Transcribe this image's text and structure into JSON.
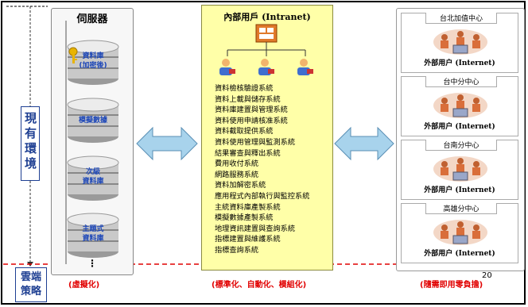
{
  "row_labels": {
    "current": "現有環境",
    "cloud": "雲端策略"
  },
  "servers": {
    "title": "伺服器",
    "disks": [
      {
        "label": "資料庫\n(加密後)",
        "has_key": true
      },
      {
        "label": "模擬數據",
        "has_key": false
      },
      {
        "label": "次級\n資料庫",
        "has_key": false
      },
      {
        "label": "主題式\n資料庫",
        "has_key": false
      }
    ],
    "more": "⋮",
    "strategy": "(虛擬化)"
  },
  "intranet": {
    "title": "內部用戶 (Intranet)",
    "systems": [
      "資料檢核驗證系統",
      "資料上載與儲存系統",
      "資料庫建置與管理系統",
      "資料使用申請核准系統",
      "資料截取提供系統",
      "資料使用管理與監測系統",
      "結果審查與釋出系統",
      "費用收付系統",
      "網路服務系統",
      "資料加解密系統",
      "應用程式內部執行與監控系統",
      "主統資料庫產製系統",
      "模擬數據產製系統",
      "地理資訊建置與查詢系統",
      "指標建置與維護系統",
      "指標查詢系統"
    ],
    "strategy": "(標準化、自動化、模組化)"
  },
  "centers": [
    {
      "name": "台北加值中心",
      "user": "外部用户 (Internet)"
    },
    {
      "name": "台中分中心",
      "user": "外部用户 (Internet)"
    },
    {
      "name": "台南分中心",
      "user": "外部用户 (Internet)"
    },
    {
      "name": "高雄分中心",
      "user": "外部用户 (Internet)"
    }
  ],
  "external_strategy": "(隨需即用零負擔)",
  "page_number": "20",
  "colors": {
    "accent_red": "#e10000",
    "label_blue": "#1e3f92",
    "panel_yellow": "#ffffa8",
    "arrow_blue": "#a8d3ec"
  }
}
